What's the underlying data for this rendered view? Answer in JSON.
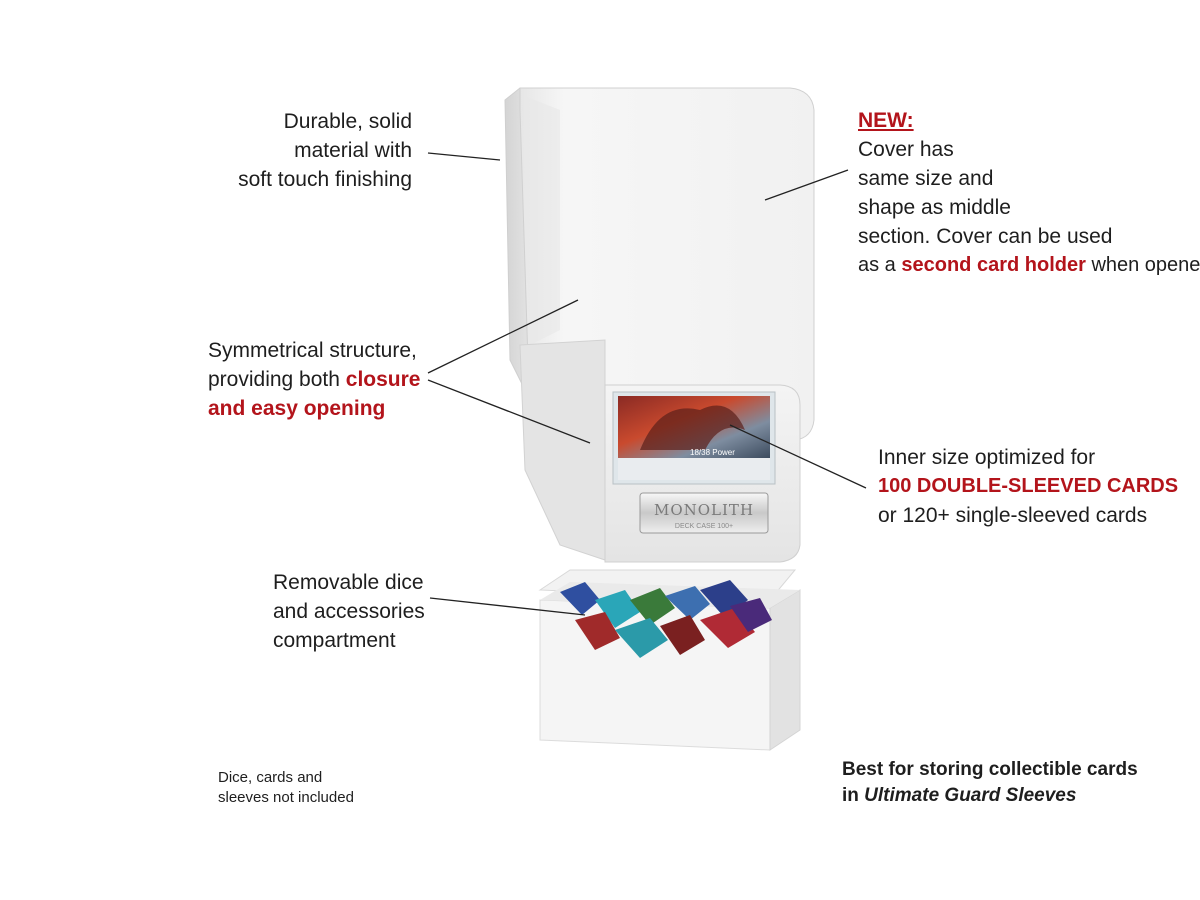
{
  "annotations": {
    "durable": {
      "line1": "Durable, solid",
      "line2": "material with",
      "line3": "soft touch finishing"
    },
    "new_cover": {
      "heading": "NEW:",
      "line1": "Cover has",
      "line2": "same size and",
      "line3": "shape as middle",
      "line4": "section. Cover can be used",
      "line5_prefix": "as a",
      "line5_highlight": "second card holder",
      "line5_suffix": "when opened"
    },
    "symmetrical": {
      "line1": "Symmetrical structure,",
      "line2_prefix": "providing both",
      "line2_highlight": "closure",
      "line3_highlight": "and easy opening"
    },
    "inner_size": {
      "line1": "Inner size optimized for",
      "line2_highlight": "100 DOUBLE-SLEEVED CARDS",
      "line3": "or 120+ single-sleeved cards"
    },
    "removable": {
      "line1": "Removable dice",
      "line2": "and accessories",
      "line3": "compartment"
    },
    "disclaimer": {
      "line1": "Dice, cards and",
      "line2": "sleeves not included"
    },
    "best_for": {
      "line1": "Best for storing collectible cards",
      "line2_prefix": "in",
      "line2_italic": "Ultimate Guard Sleeves"
    }
  },
  "product": {
    "plate_text": "MONOLITH",
    "plate_subtext": "DECK CASE 100+",
    "card_caption": "18/38 Power"
  },
  "colors": {
    "accent_red": "#b3141b",
    "text": "#1e1e1e",
    "box_white": "#f3f3f3"
  }
}
